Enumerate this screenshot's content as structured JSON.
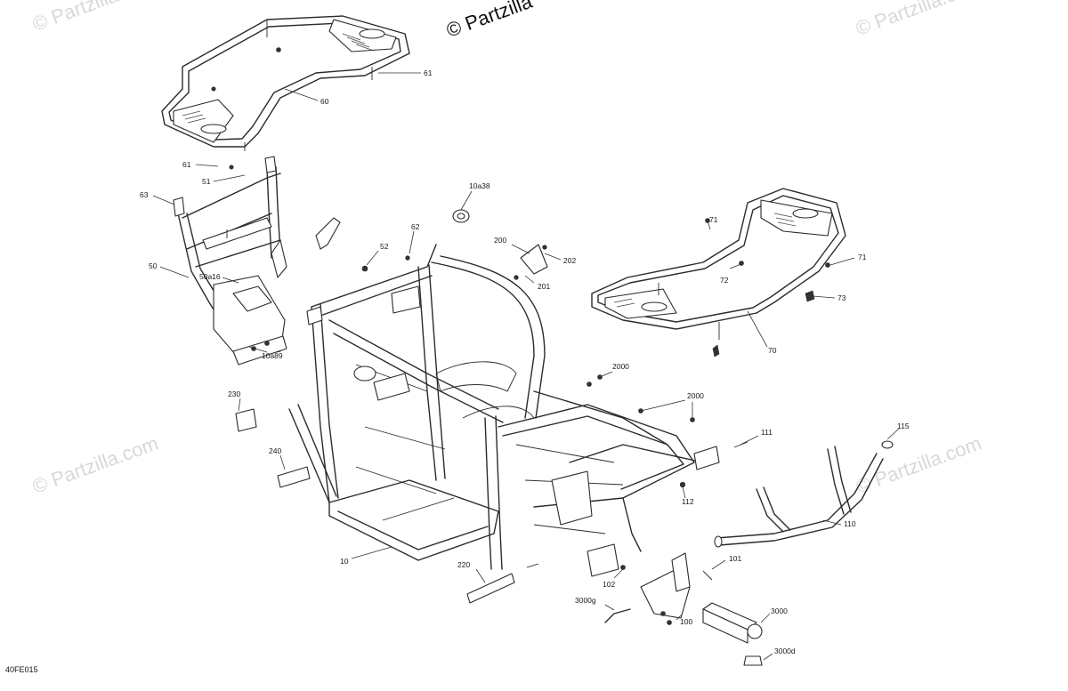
{
  "watermark": {
    "main": "© Partzilla",
    "corner_top_left": "© Partzilla",
    "corner_top_right": "© Partzilla.com",
    "corner_mid_left": "© Partzilla.com",
    "corner_mid_right": "© Partzilla.com"
  },
  "drawing_code": "40FE015",
  "callouts": [
    {
      "id": "c60",
      "label": "60"
    },
    {
      "id": "c61a",
      "label": "61"
    },
    {
      "id": "c61b",
      "label": "61"
    },
    {
      "id": "c51",
      "label": "51"
    },
    {
      "id": "c63",
      "label": "63"
    },
    {
      "id": "c50",
      "label": "50"
    },
    {
      "id": "c50a16",
      "label": "50a16"
    },
    {
      "id": "c10a89",
      "label": "10a89"
    },
    {
      "id": "c52",
      "label": "52"
    },
    {
      "id": "c62",
      "label": "62"
    },
    {
      "id": "c10a38",
      "label": "10a38"
    },
    {
      "id": "c200",
      "label": "200"
    },
    {
      "id": "c202",
      "label": "202"
    },
    {
      "id": "c201",
      "label": "201"
    },
    {
      "id": "c71a",
      "label": "71"
    },
    {
      "id": "c71b",
      "label": "71"
    },
    {
      "id": "c72",
      "label": "72"
    },
    {
      "id": "c73",
      "label": "73"
    },
    {
      "id": "c70",
      "label": "70"
    },
    {
      "id": "c2000a",
      "label": "2000"
    },
    {
      "id": "c2000b",
      "label": "2000"
    },
    {
      "id": "c230",
      "label": "230"
    },
    {
      "id": "c240",
      "label": "240"
    },
    {
      "id": "c111",
      "label": "111"
    },
    {
      "id": "c115",
      "label": "115"
    },
    {
      "id": "c112",
      "label": "112"
    },
    {
      "id": "c110",
      "label": "110"
    },
    {
      "id": "c10",
      "label": "10"
    },
    {
      "id": "c220",
      "label": "220"
    },
    {
      "id": "c101",
      "label": "101"
    },
    {
      "id": "c102",
      "label": "102"
    },
    {
      "id": "c3000g",
      "label": "3000g"
    },
    {
      "id": "c100",
      "label": "100"
    },
    {
      "id": "c3000",
      "label": "3000"
    },
    {
      "id": "c3000d",
      "label": "3000d"
    }
  ]
}
